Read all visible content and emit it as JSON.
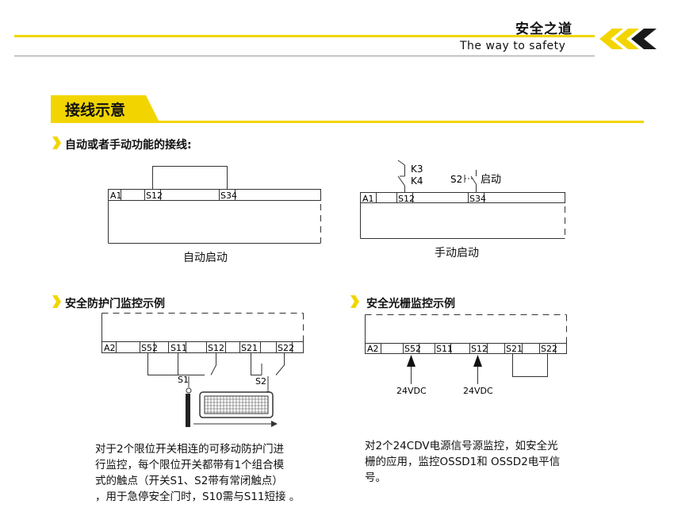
{
  "header": {
    "brand_cn": "安全之道",
    "brand_en": "The way to safety",
    "accent_color": "#f2d500"
  },
  "section": {
    "title": "接线示意"
  },
  "wiring": {
    "heading": "自动或者手动功能的接线:",
    "auto": {
      "caption": "自动启动",
      "terminals": [
        "A1",
        "S12",
        "S34"
      ]
    },
    "manual": {
      "caption": "手动启动",
      "terminals": [
        "A1",
        "S12",
        "S34"
      ],
      "relays": [
        "K3",
        "K4"
      ],
      "switch": "S2",
      "switch_label": "启动"
    }
  },
  "door": {
    "heading": "安全防护门监控示例",
    "terminals": [
      "A2",
      "S52",
      "S11",
      "S12",
      "S21",
      "S22"
    ],
    "switches": [
      "S1",
      "S2"
    ],
    "paragraph": [
      "对于2个限位开关相连的可移动防护门进",
      "行监控，每个限位开关都带有1个组合模",
      "式的触点（开关S1、S2带有常闭触点）",
      "，用于急停安全门时，S10需与S11短接 。"
    ]
  },
  "lightcurtain": {
    "heading": "安全光栅监控示例",
    "terminals": [
      "A2",
      "S52",
      "S11",
      "S12",
      "S21",
      "S22"
    ],
    "voltage_labels": [
      "24VDC",
      "24VDC"
    ],
    "paragraph": [
      "对2个24CDV电源信号源监控，如安全光",
      "栅的应用，监控OSSD1和 OSSD2电平信",
      "号。"
    ]
  }
}
